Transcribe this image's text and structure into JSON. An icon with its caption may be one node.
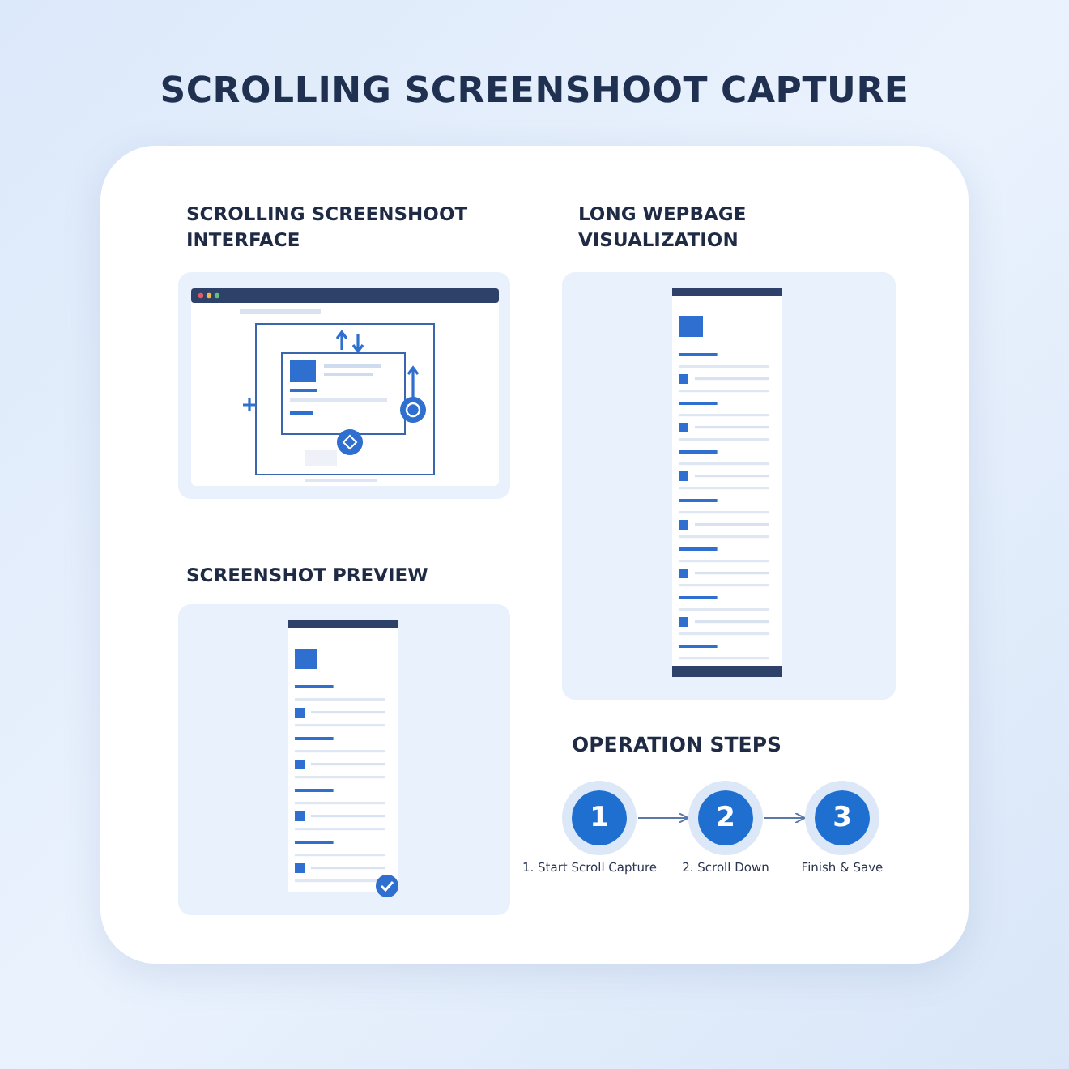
{
  "diagram": {
    "title": "SCROLLING SCREENSHOOT CAPTURE",
    "nodes": [
      {
        "text": [
          "SCROLLING SCREENSHOOT INTERFACE"
        ]
      },
      {
        "text": [
          "LONG WEPBAGE VISUALIZATION"
        ]
      },
      {
        "text": [
          "SCREENSHOT PREVIEW"
        ]
      },
      {
        "text": [
          "1"
        ],
        "beside": [
          "1. Start Scroll Capture"
        ]
      },
      {
        "text": [
          "2"
        ],
        "beside": [
          "2. Scroll Down"
        ]
      },
      {
        "text": [
          "3"
        ],
        "beside": [
          "Finish & Save"
        ]
      }
    ],
    "edges": [
      {
        "from": 3,
        "to": 4,
        "arrow": "to"
      },
      {
        "from": 4,
        "to": 5,
        "arrow": "to"
      }
    ],
    "labels": [
      "OPERATION STEPS"
    ]
  }
}
